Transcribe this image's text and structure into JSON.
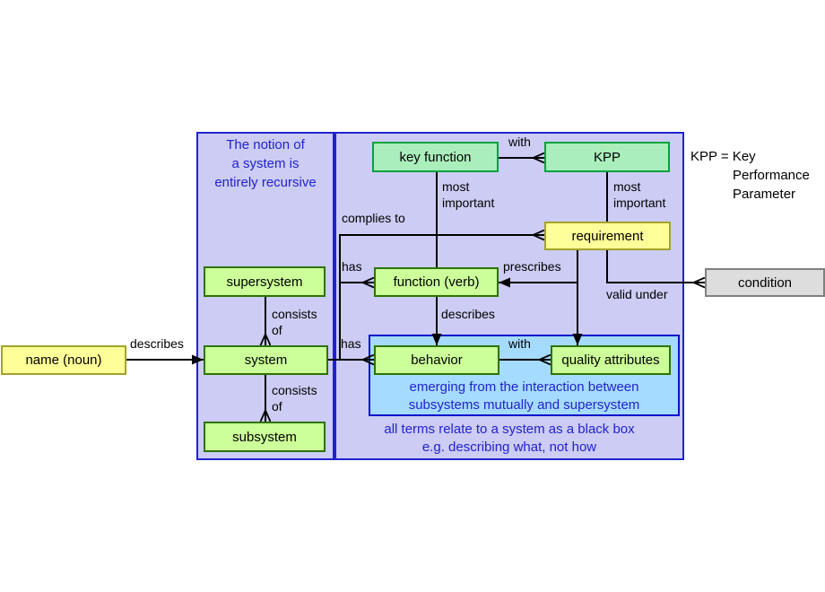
{
  "diagram": {
    "boxes": {
      "name_noun": "name (noun)",
      "supersystem": "supersystem",
      "system": "system",
      "subsystem": "subsystem",
      "key_function": "key function",
      "kpp": "KPP",
      "requirement": "requirement",
      "function_verb": "function (verb)",
      "behavior": "behavior",
      "quality_attributes": "quality attributes",
      "condition": "condition"
    },
    "labels": {
      "describes_name": "describes",
      "consists1_line1": "consists",
      "consists1_line2": "of",
      "consists2_line1": "consists",
      "consists2_line2": "of",
      "with_top": "with",
      "most_kf_line1": "most",
      "most_kf_line2": "important",
      "most_kpp_line1": "most",
      "most_kpp_line2": "important",
      "complies_to": "complies to",
      "has_function": "has",
      "prescribes": "prescribes",
      "valid_under": "valid under",
      "describes_behavior": "describes",
      "has_behavior": "has",
      "with_quality": "with"
    },
    "notes": {
      "recursive_line1": "The notion of",
      "recursive_line2": "a system is",
      "recursive_line3": "entirely recursive",
      "emerging_line1": "emerging from the interaction between",
      "emerging_line2": "subsystems mutually and supersystem",
      "blackbox_line1": "all terms relate to a system as a black box",
      "blackbox_line2": "e.g. describing what, not how"
    },
    "legend": {
      "line1": "KPP = Key",
      "line2": "Performance",
      "line3": "Parameter"
    },
    "colors": {
      "panel_fill": "#ccccf4",
      "panel_border": "#2222cc",
      "green_fill": "#ccff99",
      "green_border": "#2d7300",
      "mint_fill": "#aaeebb",
      "mint_border": "#00a33e",
      "yellow_fill": "#ffff99",
      "yellow_border": "#a3a329",
      "gray_fill": "#dddddd",
      "gray_border": "#7f7f7f",
      "bluebox_fill": "#a5dbff",
      "bluebox_border": "#0011cc",
      "note_text": "#2222cc",
      "line_color": "#000000"
    }
  }
}
